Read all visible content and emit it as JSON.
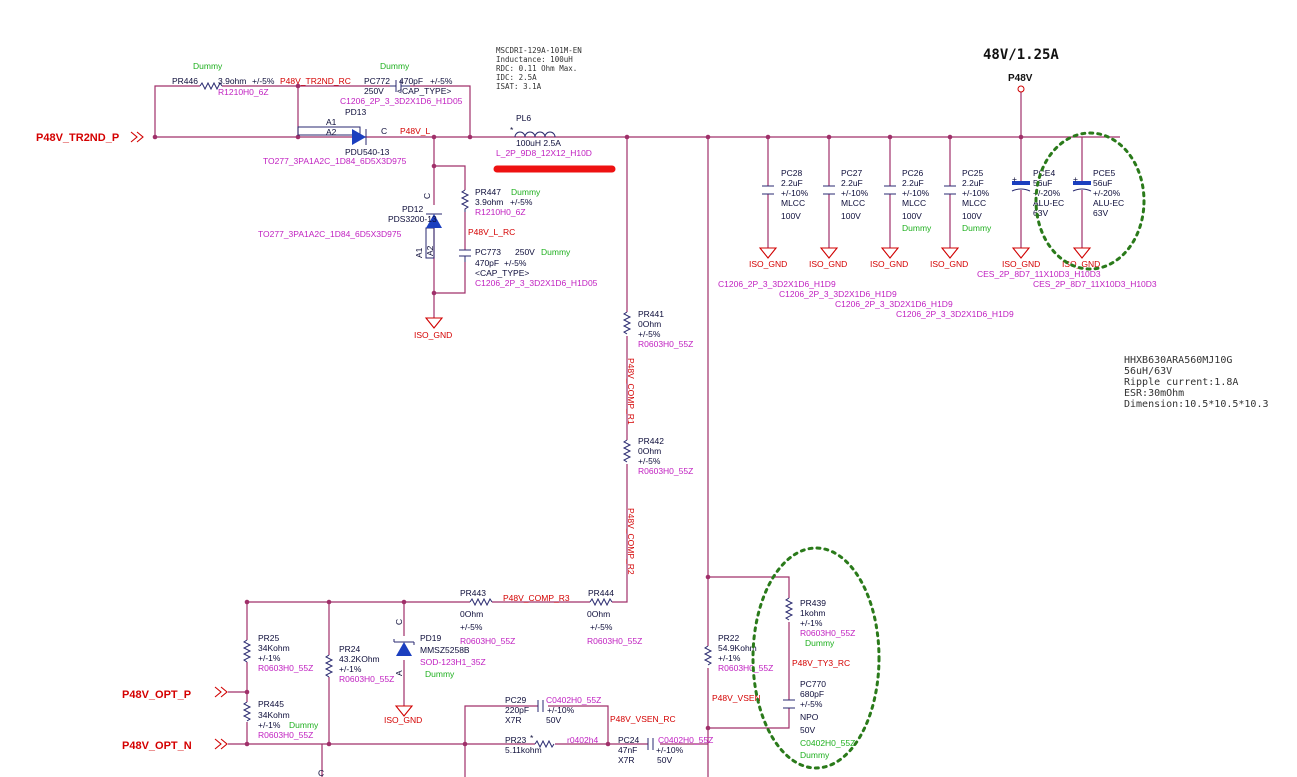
{
  "title": "48V/1.25A",
  "rail": "P48V",
  "ports": {
    "tr2nd": "P48V_TR2ND_P",
    "opt_p": "P48V_OPT_P",
    "opt_n": "P48V_OPT_N"
  },
  "nets": {
    "tr2nd_rc": "P48V_TR2ND_RC",
    "l": "P48V_L",
    "l_rc": "P48V_L_RC",
    "comp_r1": "P48V_COMP_R1",
    "comp_r2": "P48V_COMP_R2",
    "comp_r3": "P48V_COMP_R3",
    "vsen": "P48V_VSEN",
    "vsen_rc": "P48V_VSEN_RC",
    "ty3_rc": "P48V_TY3_RC",
    "gnd": "ISO_GND"
  },
  "inductor_spec": [
    "MSCDRI-129A-101M-EN",
    "Inductance: 100uH",
    "RDC: 0.11 Ohm Max.",
    "IDC: 2.5A",
    "ISAT: 3.1A"
  ],
  "cap_spec": [
    "HHXB630ARA560MJ10G",
    "56uH/63V",
    "Ripple current:1.8A",
    "ESR:30mOhm",
    "Dimension:10.5*10.5*10.3"
  ],
  "dummy": "Dummy",
  "components": {
    "pr446": {
      "ref": "PR446",
      "val": "3.9ohm",
      "tol": "+/-5%",
      "fp": "R1210H0_6Z"
    },
    "pc772": {
      "ref": "PC772",
      "val": "470pF",
      "tol": "+/-5%",
      "volt": "250V",
      "type": "<CAP_TYPE>",
      "fp": "C1206_2P_3_3D2X1D6_H1D05"
    },
    "pd13": {
      "ref": "PD13",
      "part": "PDU540-13",
      "fp": "TO277_3PA1A2C_1D84_6D5X3D975",
      "a1": "A1",
      "a2": "A2",
      "c": "C"
    },
    "pl6": {
      "ref": "PL6",
      "val": "100uH 2.5A",
      "fp": "L_2P_9D8_12X12_H10D"
    },
    "pr447": {
      "ref": "PR447",
      "val": "3.9ohm",
      "tol": "+/-5%",
      "fp": "R1210H0_6Z"
    },
    "pd12": {
      "ref": "PD12",
      "part": "PDS3200-13",
      "fp": "TO277_3PA1A2C_1D84_6D5X3D975",
      "a1": "A1",
      "a2": "A2",
      "c": "C"
    },
    "pc773": {
      "ref": "PC773",
      "val": "470pF",
      "tol": "+/-5%",
      "volt": "250V",
      "type": "<CAP_TYPE>",
      "fp": "C1206_2P_3_3D2X1D6_H1D05"
    },
    "pc28": {
      "ref": "PC28",
      "val": "2.2uF",
      "tol": "+/-10%",
      "type": "MLCC",
      "volt": "100V",
      "fp": "C1206_2P_3_3D2X1D6_H1D9"
    },
    "pc27": {
      "ref": "PC27",
      "val": "2.2uF",
      "tol": "+/-10%",
      "type": "MLCC",
      "volt": "100V",
      "fp": "C1206_2P_3_3D2X1D6_H1D9"
    },
    "pc26": {
      "ref": "PC26",
      "val": "2.2uF",
      "tol": "+/-10%",
      "type": "MLCC",
      "volt": "100V",
      "fp": "C1206_2P_3_3D2X1D6_H1D9"
    },
    "pc25": {
      "ref": "PC25",
      "val": "2.2uF",
      "tol": "+/-10%",
      "type": "MLCC",
      "volt": "100V",
      "fp": "C1206_2P_3_3D2X1D6_H1D9"
    },
    "pce4": {
      "ref": "PCE4",
      "val": "56uF",
      "tol": "+/-20%",
      "type": "ALU-EC",
      "volt": "63V",
      "fp": "CES_2P_8D7_11X10D3_H10D3"
    },
    "pce5": {
      "ref": "PCE5",
      "val": "56uF",
      "tol": "+/-20%",
      "type": "ALU-EC",
      "volt": "63V",
      "fp": "CES_2P_8D7_11X10D3_H10D3"
    },
    "pr441": {
      "ref": "PR441",
      "val": "0Ohm",
      "tol": "+/-5%",
      "fp": "R0603H0_55Z"
    },
    "pr442": {
      "ref": "PR442",
      "val": "0Ohm",
      "tol": "+/-5%",
      "fp": "R0603H0_55Z"
    },
    "pr443": {
      "ref": "PR443",
      "val": "0Ohm",
      "tol": "+/-5%",
      "fp": "R0603H0_55Z"
    },
    "pr444": {
      "ref": "PR444",
      "val": "0Ohm",
      "tol": "+/-5%",
      "fp": "R0603H0_55Z"
    },
    "pr25": {
      "ref": "PR25",
      "val": "34Kohm",
      "tol": "+/-1%",
      "fp": "R0603H0_55Z"
    },
    "pr24": {
      "ref": "PR24",
      "val": "43.2KOhm",
      "tol": "+/-1%",
      "fp": "R0603H0_55Z"
    },
    "pr445": {
      "ref": "PR445",
      "val": "34Kohm",
      "tol": "+/-1%",
      "fp": "R0603H0_55Z"
    },
    "pd19": {
      "ref": "PD19",
      "part": "MMSZ5258B",
      "fp": "SOD-123H1_35Z",
      "a": "A",
      "c": "C"
    },
    "pr22": {
      "ref": "PR22",
      "val": "54.9Kohm",
      "tol": "+/-1%",
      "fp": "R0603H0_55Z"
    },
    "pr439": {
      "ref": "PR439",
      "val": "1kohm",
      "tol": "+/-1%",
      "fp": "R0603H0_55Z"
    },
    "pc770": {
      "ref": "PC770",
      "val": "680pF",
      "tol": "+/-5%",
      "type": "NPO",
      "volt": "50V",
      "fp": "C0402H0_55Z"
    },
    "pc29": {
      "ref": "PC29",
      "val": "220pF",
      "tol": "+/-10%",
      "type": "X7R",
      "volt": "50V",
      "fp": "C0402H0_55Z"
    },
    "pr23": {
      "ref": "PR23",
      "val": "5.11kohm",
      "fp": "r0402h4"
    },
    "pc24": {
      "ref": "PC24",
      "val": "47nF",
      "tol": "+/-10%",
      "type": "X7R",
      "volt": "50V",
      "fp": "C0402H0_55Z"
    }
  }
}
